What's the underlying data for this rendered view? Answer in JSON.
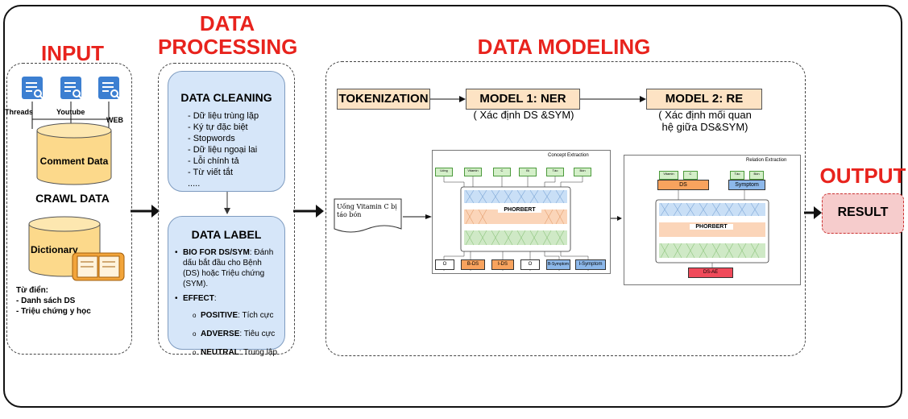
{
  "input": {
    "heading": "INPUT",
    "sources": [
      "Threads",
      "Youtube",
      "WEB"
    ],
    "comment_db": "Comment Data",
    "crawl": "CRAWL DATA",
    "dictionary": "Dictionary",
    "dict_title": "Từ điển:",
    "dict_items": [
      "- Danh sách DS",
      "- Triệu chứng y học"
    ]
  },
  "processing": {
    "heading_line1": "DATA",
    "heading_line2": "PROCESSING",
    "cleaning_title": "DATA CLEANING",
    "cleaning_items": [
      "- Dữ liệu trùng lặp",
      "- Ký tự đặc biệt",
      "- Stopwords",
      "- Dữ liệu ngoại lai",
      "- Lỗi chính tả",
      "- Từ viết tắt",
      "....."
    ],
    "label_title": "DATA LABEL",
    "bio_bold": "BIO FOR DS/SYM",
    "bio_text": ": Đánh dấu bắt đầu cho Bệnh (DS) hoặc Triệu chứng (SYM).",
    "effect_bold": "EFFECT",
    "effect_text": ":",
    "effects": [
      {
        "bold": "POSITIVE",
        "text": ": Tích cực"
      },
      {
        "bold": "ADVERSE",
        "text": ": Tiêu cực"
      },
      {
        "bold": "NEUTRAL",
        "text": ": Trung lập"
      }
    ]
  },
  "modeling": {
    "heading": "DATA MODELING",
    "tokenization": "TOKENIZATION",
    "model1": "MODEL 1: NER",
    "model1_sub": "( Xác định DS &SYM)",
    "model2": "MODEL 2: RE",
    "model2_sub_line1": "( Xác định mối quan",
    "model2_sub_line2": "hệ giữa DS&SYM)",
    "input_doc": "Uống Vitamin C bị táo bón",
    "concept_title": "Concept Extraction",
    "concept_tokens": [
      "Uống",
      "Vitamin",
      "C",
      "Bị",
      "Táo",
      "Bón"
    ],
    "phorbert": "PHORBERT",
    "concept_labels": [
      "O",
      "B-DS",
      "I-DS",
      "O",
      "B-Symptom",
      "I-Symptom"
    ],
    "relation_title": "Relation Extraction",
    "rel_tokens_ds": [
      "Vitamin",
      "C"
    ],
    "rel_tokens_sym": [
      "Táo",
      "Bón"
    ],
    "rel_ds": "DS",
    "rel_sym": "Symptom",
    "rel_out": "DS-AE"
  },
  "output": {
    "heading": "OUTPUT",
    "result": "RESULT"
  },
  "colors": {
    "accent_red": "#e8231d",
    "token_green": "#d4efc9",
    "blue_panel": "#d6e6f9",
    "orange_box": "#fde3c4",
    "result_pink": "#f6cccc",
    "label_orange": "#f8a35e",
    "label_blue": "#8db8ea",
    "out_red": "#f04a5a"
  }
}
